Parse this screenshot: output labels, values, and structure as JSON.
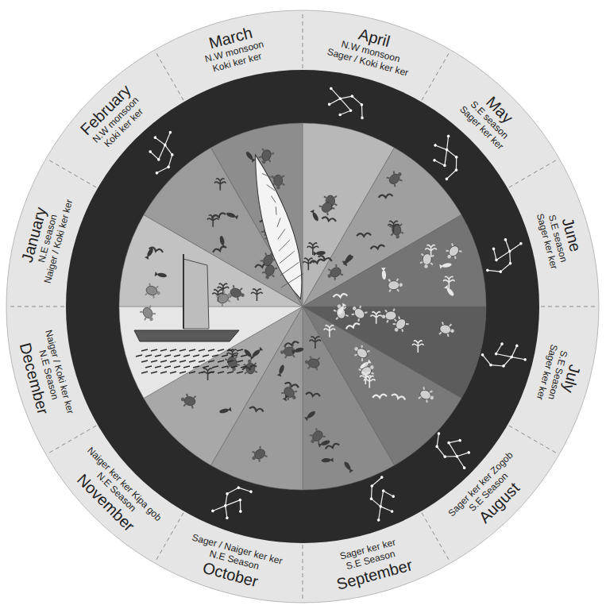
{
  "diagram": {
    "nodes": [
      {
        "text": [
          "January",
          "N.E season",
          "Naiger / Koki ker ker"
        ]
      },
      {
        "text": [
          "February",
          "N.W monsoon",
          "Koki ker ker"
        ]
      },
      {
        "text": [
          "March",
          "N.W monsoon",
          "Koki ker ker"
        ]
      },
      {
        "text": [
          "April",
          "N.W monsoon",
          "Sager / Koki ker ker"
        ]
      },
      {
        "text": [
          "May",
          "S.E season",
          "Sager ker ker"
        ]
      },
      {
        "text": [
          "June",
          "S.E season",
          "Sager ker ker"
        ]
      },
      {
        "text": [
          "July",
          "S.E Season",
          "Sager ker ker"
        ]
      },
      {
        "text": [
          "August",
          "S.E Season",
          "Sager ker ker Zogob"
        ]
      },
      {
        "text": [
          "September",
          "S.E Season",
          "Sager ker ker"
        ]
      },
      {
        "text": [
          "October",
          "N.E Season",
          "Sager / Naiger ker ker"
        ]
      },
      {
        "text": [
          "November",
          "N.E Season",
          "Naiger ker ker Kipa gob"
        ]
      },
      {
        "text": [
          "December",
          "N.E Season",
          "Naiger / Koki ker ker"
        ]
      }
    ]
  }
}
